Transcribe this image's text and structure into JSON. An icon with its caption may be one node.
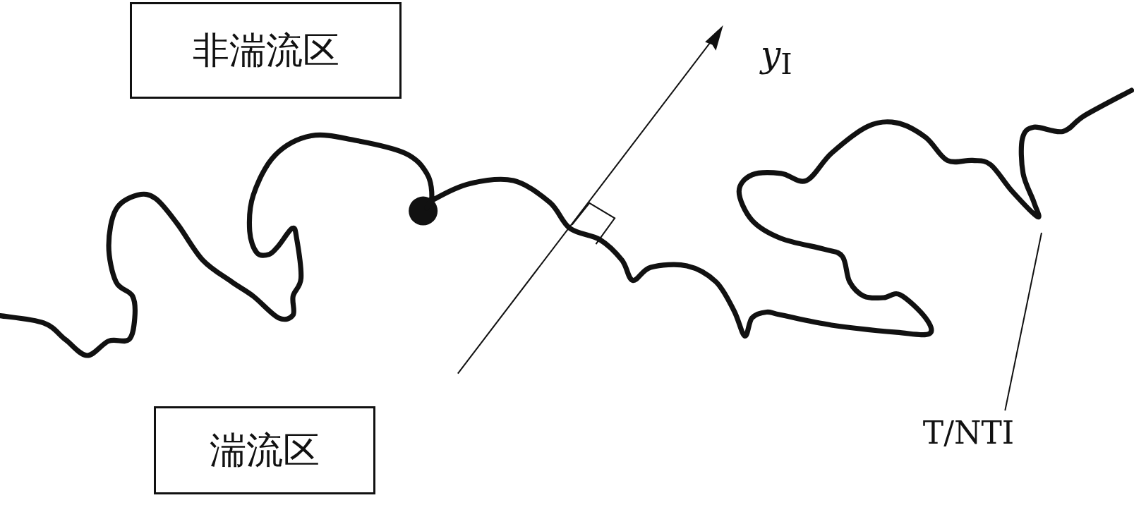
{
  "diagram": {
    "nodes": [
      {
        "text": [
          "非湍流区"
        ]
      },
      {
        "text": [
          "湍流区"
        ]
      },
      {
        "text": [
          "T/NTI"
        ]
      },
      {
        "text": [],
        "shape": "curve"
      }
    ],
    "edges": [
      {
        "from": 2,
        "to": 3,
        "arrow": "none"
      }
    ],
    "labels": [
      "*y*$_{I}$"
    ]
  }
}
